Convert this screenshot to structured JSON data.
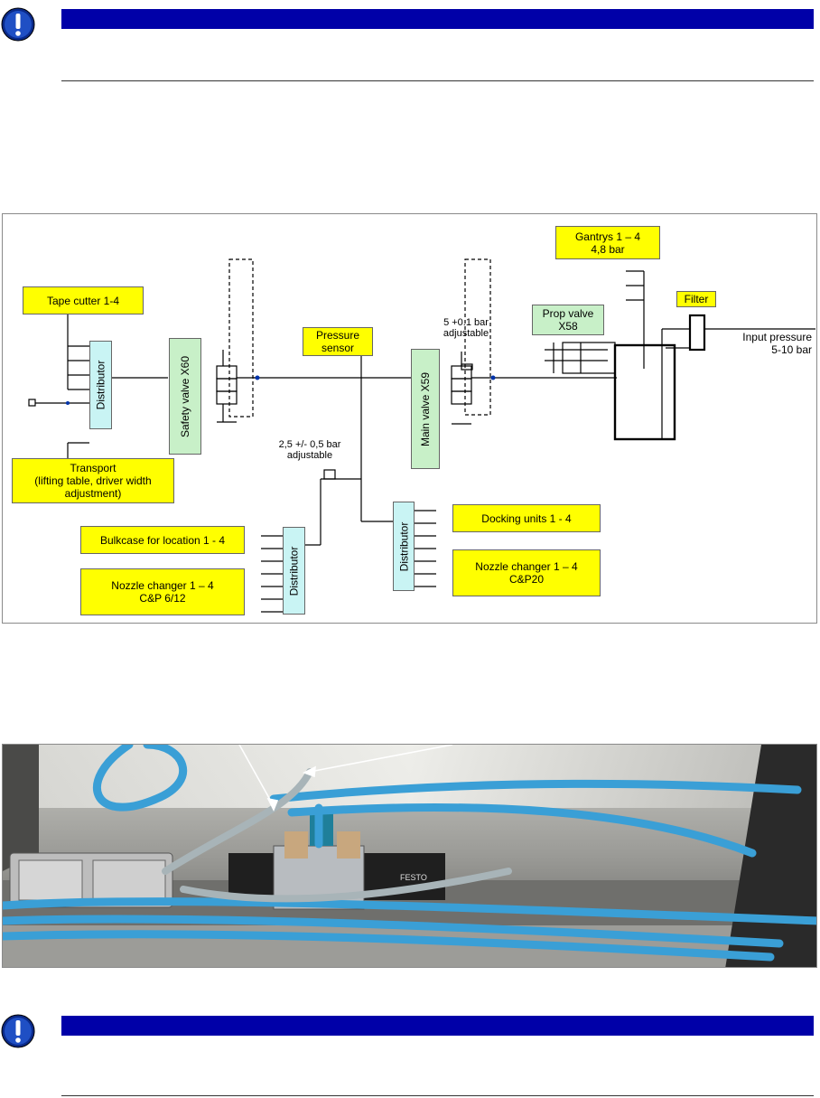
{
  "diagram": {
    "tape_cutter": "Tape cutter 1-4",
    "transport": "Transport\n(lifting table, driver width\nadjustment)",
    "distributor_label": "Distributor",
    "safety_valve": "Safety valve X60",
    "pressure_sensor": "Pressure\nsensor",
    "pressure_reg_1": "2,5 +/- 0,5 bar\nadjustable",
    "main_valve": "Main valve X59",
    "pressure_reg_2": "5 +0.1 bar\nadjustable",
    "prop_valve": "Prop valve\nX58",
    "gantrys": "Gantrys 1 – 4\n4,8 bar",
    "filter": "Filter",
    "input_pressure": "Input pressure\n5-10 bar",
    "bulkcase": "Bulkcase for location 1 - 4",
    "nozzle_changer_1": "Nozzle changer 1 – 4\nC&P 6/12",
    "docking_units": "Docking units 1 - 4",
    "nozzle_changer_2": "Nozzle changer 1 – 4\nC&P20"
  },
  "photo": {
    "brand_label": "FESTO"
  }
}
